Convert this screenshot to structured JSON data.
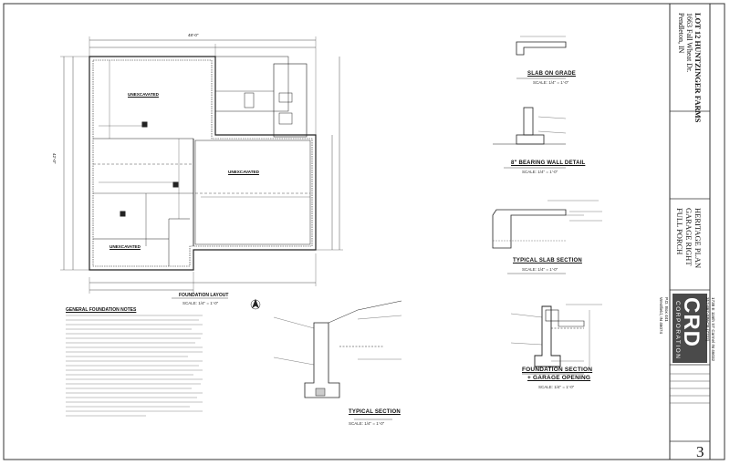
{
  "title_block": {
    "project_line1": "LOT 12 HUNTZINGER FARMS",
    "project_line2": "1663 Fall Wheat Dr.",
    "project_line3": "Pendleton, IN",
    "plan_line1": "HERITAGE PLAN",
    "plan_line2": "GARAGE RIGHT",
    "plan_line3": "FULL PORCH",
    "company_logo": "CRD",
    "company_sub": "CORPORATION",
    "address_line1": "P.O. Box 441",
    "address_line2": "Westfield, IN 46074",
    "address_line3": "1738 E 116th ST Carmel IN 46032",
    "address_line4": "317-867-SPACE (7722)",
    "sheet_number": "3"
  },
  "drawing": {
    "foundation_layout": "FOUNDATION LAYOUT",
    "dim_top_overall": "48'-0\"",
    "dim_left_overall": "42'-0\"",
    "room_unexcavated_1": "UNEXCAVATED",
    "room_unexcavated_2": "UNEXCAVATED",
    "room_unexcavated_3": "UNEXCAVATED",
    "slab_on_grade": "SLAB ON GRADE",
    "bearing_wall_detail": "8\" BEARING WALL DETAIL",
    "typical_slab_section": "TYPICAL SLAB SECTION",
    "typical_section": "TYPICAL SECTION",
    "foundation_section_1": "FOUNDATION SECTION",
    "foundation_section_2": "+ GARAGE OPENING",
    "general_notes": "GENERAL FOUNDATION NOTES",
    "scale_quarter": "SCALE: 1/4\" = 1'-0\"",
    "scale_main": "SCALE: 1/4\" = 1'-0\""
  },
  "icons": {
    "north": "north-arrow-icon"
  }
}
